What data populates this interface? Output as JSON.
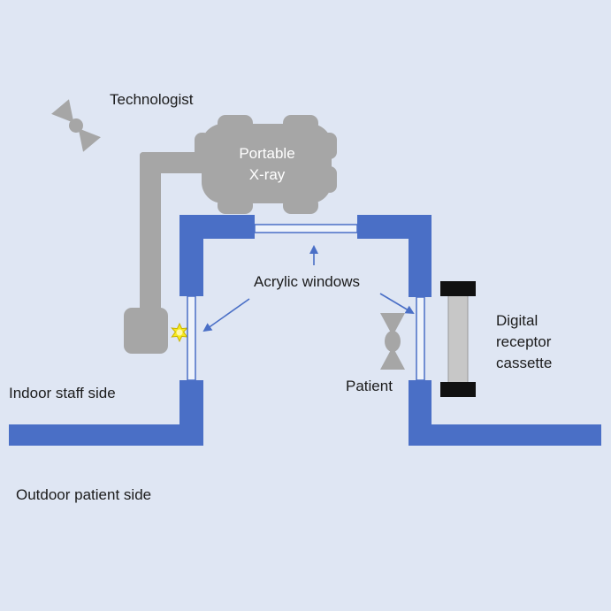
{
  "labels": {
    "technologist": "Technologist",
    "portable_xray_line1": "Portable",
    "portable_xray_line2": "X-ray",
    "acrylic_windows": "Acrylic windows",
    "patient": "Patient",
    "digital_line1": "Digital",
    "digital_line2": "receptor",
    "digital_line3": "cassette",
    "indoor": "Indoor staff side",
    "outdoor": "Outdoor patient side"
  },
  "colors": {
    "background": "#dfe6f3",
    "wall": "#4a6fc6",
    "machine": "#a6a6a6",
    "window_fill": "#eef3fb",
    "cassette_bar": "#111111",
    "cassette_body": "#c7c7c7",
    "source_star": "#f5e81e",
    "arrow": "#4a6fc6"
  },
  "icons": {
    "technologist": "person-figure-icon",
    "patient": "person-figure-icon",
    "xray_source": "burst-star-icon"
  }
}
